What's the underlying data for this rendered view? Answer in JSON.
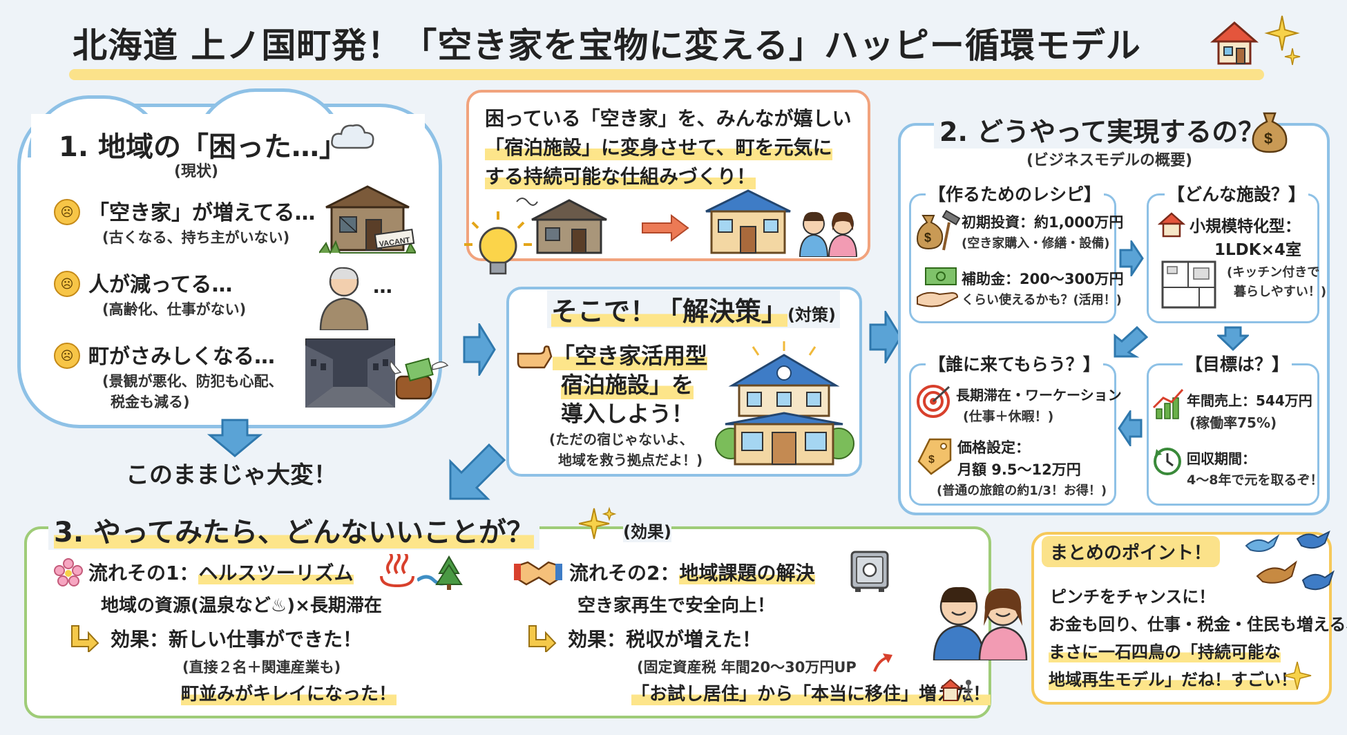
{
  "title": "北海道 上ノ国町発！「空き家を宝物に変える」ハッピー循環モデル",
  "problem": {
    "heading": "1. 地域の「困った…」",
    "subheading": "(現状)",
    "items": [
      {
        "main": "「空き家」が増えてる…",
        "sub": "(古くなる、持ち主がいない)"
      },
      {
        "main": "人が減ってる…",
        "sub": "(高齢化、仕事がない)"
      },
      {
        "main": "町がさみしくなる…",
        "sub": "(景観が悪化、防犯も心配、",
        "sub2": "税金も減る)"
      }
    ],
    "vacant_sign": "VACANT",
    "ellipsis": "…",
    "conclusion": "このままじゃ大変！"
  },
  "mission": {
    "line1": "困っている「空き家」を、みんなが嬉しい",
    "line2": "「宿泊施設」に変身させて、町を元気に",
    "line3": "する持続可能な仕組みづくり！"
  },
  "solution": {
    "heading": "そこで！「解決策」",
    "heading_note": "(対策)",
    "line1": "「空き家活用型",
    "line2": "宿泊施設」を",
    "line3": "導入しよう！",
    "note1": "(ただの宿じゃないよ、",
    "note2": "地域を救う拠点だよ！)"
  },
  "business": {
    "heading": "2. どうやって実現するの？",
    "subheading": "(ビジネスモデルの概要)",
    "recipe": {
      "title": "【作るためのレシピ】",
      "invest_main": "初期投資：約1,000万円",
      "invest_sub": "(空き家購入・修繕・設備)",
      "subsidy_main": "補助金：200〜300万円",
      "subsidy_sub": "くらい使えるかも？(活用！)"
    },
    "facility": {
      "title": "【どんな施設？】",
      "main": "小規模特化型：",
      "rooms": "1LDK×4室",
      "note1": "(キッチン付きで",
      "note2": "暮らしやすい！)"
    },
    "target": {
      "title": "【誰に来てもらう？】",
      "stay_main": "長期滞在・ワーケーション",
      "stay_sub": "(仕事＋休暇！)",
      "price_main": "価格設定：",
      "price_value": "月額 9.5〜12万円",
      "price_note": "(普通の旅館の約1/3！お得！)"
    },
    "goal": {
      "title": "【目標は？】",
      "sales_main": "年間売上：544万円",
      "sales_sub": "(稼働率75%)",
      "payback_main": "回収期間：",
      "payback_sub": "4〜8年で元を取るぞ！"
    }
  },
  "effects": {
    "heading": "3. やってみたら、どんないいことが？",
    "heading_note": "(効果)",
    "flow1": {
      "title": "流れその1：",
      "title_hl": "ヘルスツーリズム",
      "desc": "地域の資源(温泉など♨)×長期滞在",
      "effect_label": "効果：",
      "effect_main": "新しい仕事ができた！",
      "effect_sub": "(直接２名＋関連産業も)",
      "effect_extra": "町並みがキレイになった！"
    },
    "flow2": {
      "title": "流れその2：",
      "title_hl": "地域課題の解決",
      "desc": "空き家再生で安全向上！",
      "effect_label": "効果：",
      "effect_main": "税収が増えた！",
      "effect_sub": "(固定資産税 年間20〜30万円UP",
      "effect_extra": "「お試し居住」から「本当に移住」増えた！"
    }
  },
  "summary": {
    "title": "まとめのポイント！",
    "line1": "ピンチをチャンスに！",
    "line2": "お金も回り、仕事・税金・住民も増える、",
    "line3": "まさに一石四鳥の「持続可能な",
    "line4": "地域再生モデル」だね！すごい！"
  },
  "colors": {
    "blue_border": "#8ec1e6",
    "orange_border": "#f1a37d",
    "green_border": "#9fcc78",
    "yellow_border": "#f6c95a",
    "highlight": "#fde58a"
  }
}
